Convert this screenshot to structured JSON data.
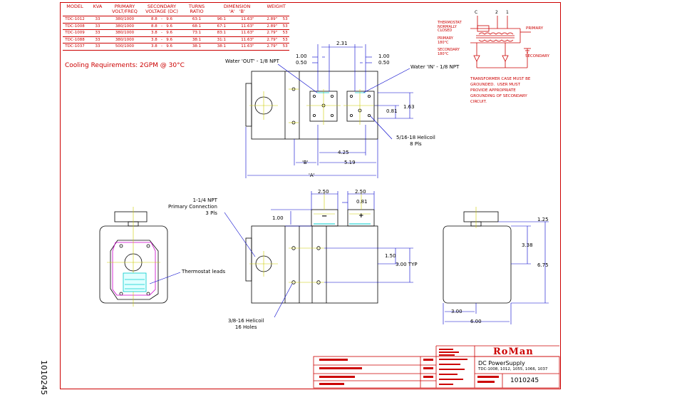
{
  "spec_table": {
    "headers": [
      "MODEL",
      "KVA",
      "PRIMARY\nVOLT/FREQ",
      "SECONDARY\nVOLTAGE (DC)",
      "TURNS\nRATIO",
      "DIMENSION\n'A'   'B'",
      "WEIGHT"
    ],
    "rows": [
      [
        "TDC-1012",
        "33",
        "380/1000",
        "8.8   -   9.6",
        "63:1",
        "96:1",
        "11.63\"",
        "2.89\"",
        "53"
      ],
      [
        "TDC-1008",
        "33",
        "380/1000",
        "8.8   -   9.6",
        "68:1",
        "67:1",
        "11.63\"",
        "2.89\"",
        "53"
      ],
      [
        "TDC-1009",
        "33",
        "380/1000",
        "3.8   -   9.6",
        "73:1",
        "83:1",
        "11.63\"",
        "2.79\"",
        "53"
      ],
      [
        "TDC-1088",
        "33",
        "380/1000",
        "3.8   -   9.6",
        "38:1",
        "31:1",
        "11.63\"",
        "2.79\"",
        "53"
      ],
      [
        "TDC-1037",
        "33",
        "500/1000",
        "3.8   -   9.6",
        "38:1",
        "38:1",
        "11.63\"",
        "2.79\"",
        "53"
      ]
    ]
  },
  "cooling_text": "Cooling Requirements: 2GPM @ 30°C",
  "schematic": {
    "terminals": [
      "C",
      "2",
      "1"
    ],
    "thermostat_label": "THERMOSTAT\nNORMALLY\nCLOSED",
    "primary_label": "PRIMARY",
    "primary_temp": "PRIMARY\n180°C",
    "secondary_temp": "SECONDARY\n180°C",
    "secondary_label": "SECONDARY",
    "note": "TRANSFORMER CASE MUST BE\nGROUNDED.  USER MUST\nPROVIDE APPROPRIATE\nGROUNDING OF SECONDARY\nCIRCUIT."
  },
  "top_view": {
    "water_out": "Water 'OUT' - 1/8 NPT",
    "water_in": "Water 'IN' - 1/8 NPT",
    "helicoil": "5/16-18 Helicoil\n8 Pls",
    "dims": {
      "d231": "2.31",
      "d100a": "1.00",
      "d050a": "0.50",
      "d100b": "1.00",
      "d050b": "0.50",
      "d163": "1.63",
      "d081": "0.81",
      "d425": "4.25",
      "d519": "5.19",
      "dB": "'B'",
      "dA": "'A'"
    }
  },
  "side_view": {
    "primary_conn": "1-1/4 NPT\nPrimary Connection\n3 Pls",
    "helicoil": "3/8-16 Helicoil\n16 Holes",
    "minus": "−",
    "plus": "+",
    "dims": {
      "d250a": "2.50",
      "d250b": "2.50",
      "d081": "0.81",
      "d100": "1.00",
      "d150": "1.50",
      "d300": "3.00 TYP"
    }
  },
  "end_view": {
    "thermostat_leads": "Thermostat leads"
  },
  "right_view": {
    "dims": {
      "d125": "1.25",
      "d338": "3.38",
      "d675": "6.75",
      "d300": "3.00",
      "d600": "6.00"
    }
  },
  "title_block": {
    "logo": "RoMan",
    "title": "DC PowerSupply",
    "models": "TDC-1008, 1012, 1055, 1066, 1037",
    "dwg_no": "1010245"
  },
  "side_dwg_no": "1010245",
  "colors": {
    "border": "#cc0000",
    "dimension": "#0000cc",
    "center": "#cccc00",
    "accent": "#cc00cc",
    "thermostat": "#00cccc"
  }
}
